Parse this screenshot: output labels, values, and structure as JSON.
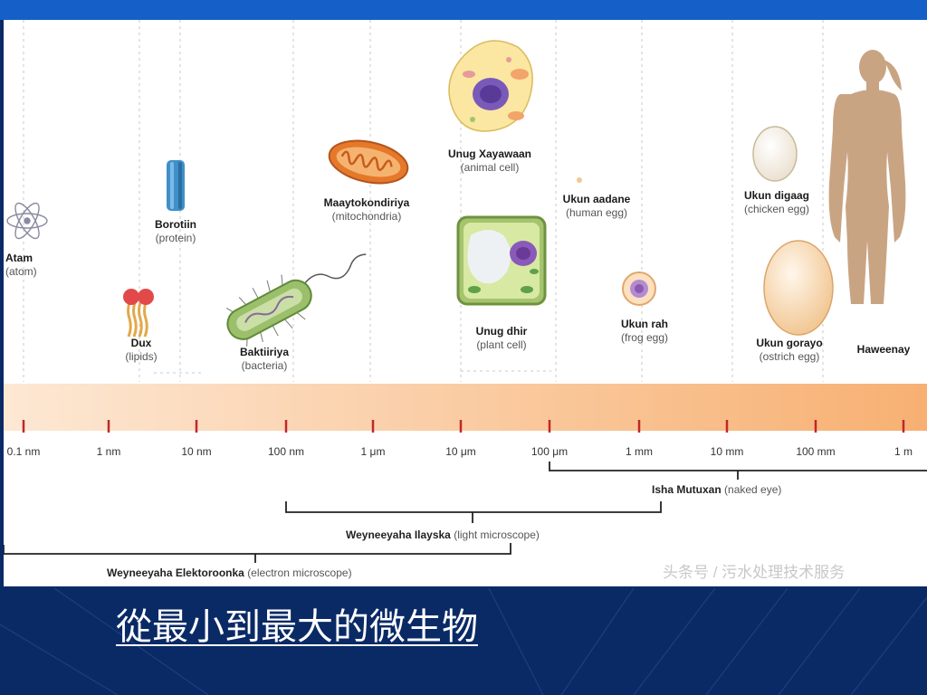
{
  "slide_title": "從最小到最大的微生物",
  "watermark": "头条号 / 污水处理技术服务",
  "scale_ticks": [
    "0.1 nm",
    "1 nm",
    "10 nm",
    "100 nm",
    "1 μm",
    "10 μm",
    "100 μm",
    "1 mm",
    "10 mm",
    "100 mm",
    "1 m"
  ],
  "items": [
    {
      "name": "Atam",
      "sub": "(atom)",
      "icon": "atom-icon"
    },
    {
      "name": "Dux",
      "sub": "(lipids)",
      "icon": "lipid-icon"
    },
    {
      "name": "Borotiin",
      "sub": "(protein)",
      "icon": "protein-icon"
    },
    {
      "name": "Baktiiriya",
      "sub": "(bacteria)",
      "icon": "bacterium-icon"
    },
    {
      "name": "Maaytokondiriya",
      "sub": "(mitochondria)",
      "icon": "mitochondrion-icon"
    },
    {
      "name": "Unug Xayawaan",
      "sub": "(animal cell)",
      "icon": "animal-cell-icon"
    },
    {
      "name": "Unug dhir",
      "sub": "(plant cell)",
      "icon": "plant-cell-icon"
    },
    {
      "name": "Ukun aadane",
      "sub": "(human egg)",
      "icon": "human-egg-icon"
    },
    {
      "name": "Ukun rah",
      "sub": "(frog egg)",
      "icon": "frog-egg-icon"
    },
    {
      "name": "Ukun digaag",
      "sub": "(chicken egg)",
      "icon": "chicken-egg-icon"
    },
    {
      "name": "Ukun gorayo",
      "sub": "(ostrich egg)",
      "icon": "ostrich-egg-icon"
    },
    {
      "name": "Haweenay",
      "sub": "",
      "icon": "woman-silhouette-icon"
    }
  ],
  "ranges": [
    {
      "name": "Isha Mutuxan",
      "sub": "(naked eye)"
    },
    {
      "name": "Weyneeyaha Ilayska",
      "sub": "(light microscope)"
    },
    {
      "name": "Weyneeyaha Elektoroonka",
      "sub": "(electron microscope)"
    }
  ],
  "colors": {
    "slide_bg": "#0a2a66",
    "top_bar": "#1560c8",
    "scale_bar_start": "#fde8d4",
    "scale_bar_end": "#f7b072",
    "tick": "#c0282a"
  }
}
